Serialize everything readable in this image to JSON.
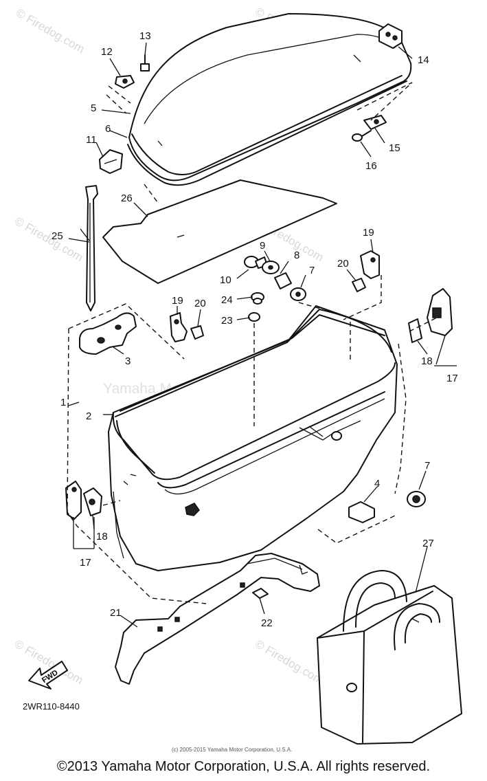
{
  "watermark": {
    "site": "© Firedog.com",
    "corp": "Yamaha Motor Corp. U.S.A."
  },
  "part_labels": [
    "1",
    "2",
    "3",
    "4",
    "5",
    "6",
    "7",
    "8",
    "9",
    "10",
    "11",
    "12",
    "13",
    "14",
    "15",
    "16",
    "17",
    "18",
    "19",
    "20",
    "21",
    "22",
    "23",
    "24",
    "25",
    "26",
    "27"
  ],
  "fwd_label": "FWD",
  "diagram_code": "2WR110-8440",
  "small_note": "(c) 2005-2015 Yamaha Motor Corporation, U.S.A.",
  "copyright": "©2013 Yamaha Motor Corporation, U.S.A. All rights reserved."
}
